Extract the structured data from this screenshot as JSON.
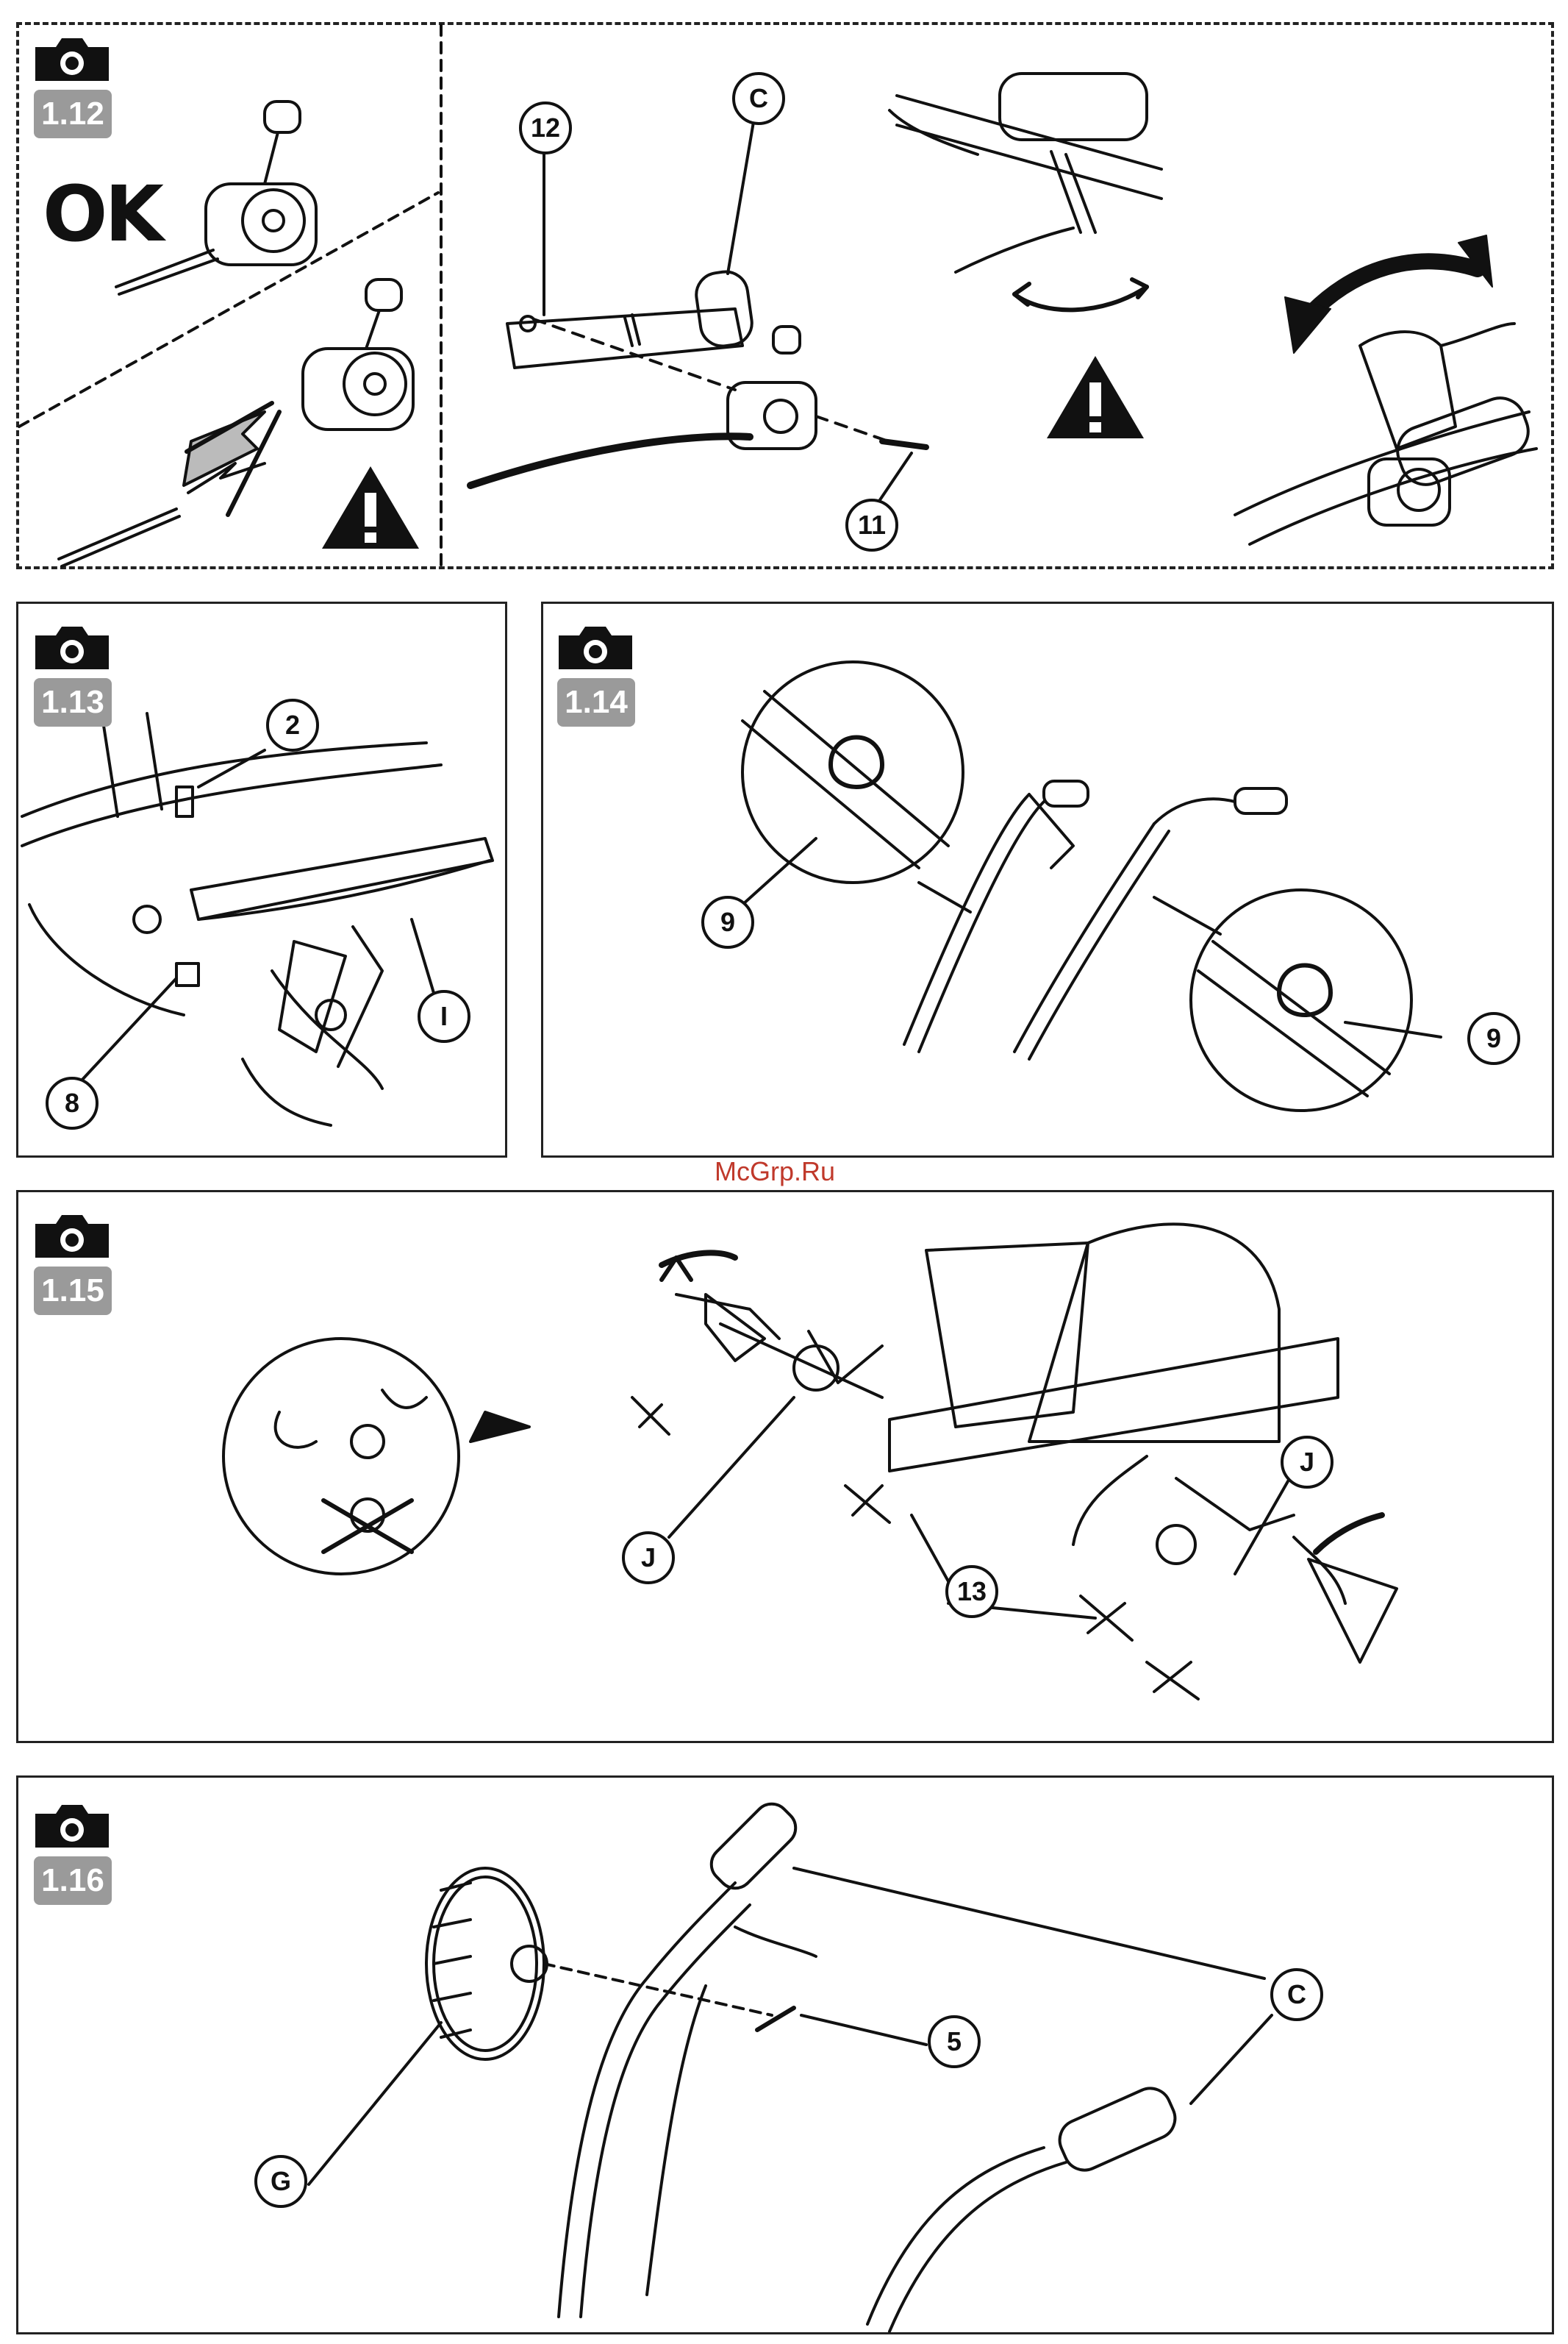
{
  "sections": [
    {
      "badge": "1.12",
      "icon": "camera-icon"
    },
    {
      "badge": "1.13",
      "icon": "camera-icon"
    },
    {
      "badge": "1.14",
      "icon": "camera-icon"
    },
    {
      "badge": "1.15",
      "icon": "camera-icon"
    },
    {
      "badge": "1.16",
      "icon": "camera-icon"
    }
  ],
  "ok_label": "OK",
  "callouts": {
    "s112": [
      "12",
      "C",
      "11"
    ],
    "s113": [
      "2",
      "I",
      "8"
    ],
    "s114": [
      "9",
      "9"
    ],
    "s115": [
      "J",
      "J",
      "13"
    ],
    "s116": [
      "C",
      "5",
      "G"
    ]
  },
  "watermark": "McGrp.Ru",
  "colors": {
    "badge": "#9a9a9a",
    "line": "#111111"
  }
}
